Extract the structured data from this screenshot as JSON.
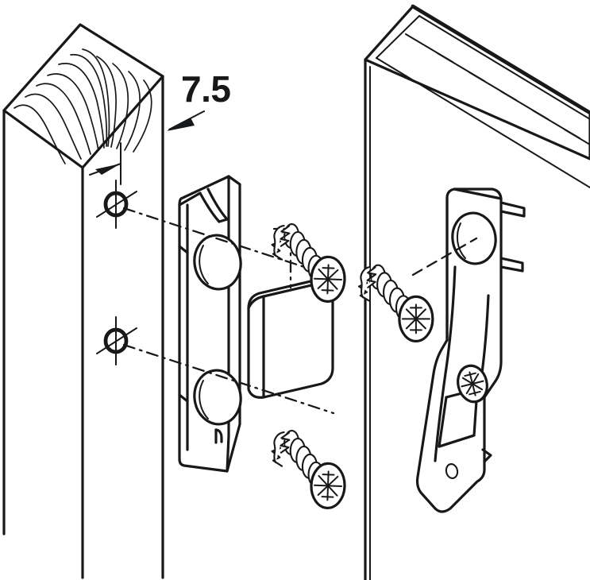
{
  "document": {
    "title": "Furniture connector mounting — exploded assembly diagram",
    "style": "isometric technical line drawing, black on white",
    "background_color": "#ffffff",
    "line_color": "#17181a"
  },
  "annotations": {
    "dimension_label": "7.5",
    "dimension_unit_implied": "mm",
    "dimension_target": "post-front-face-thickness"
  },
  "left_assembly": {
    "name": "wooden-post-with-mounting-plate",
    "parts": [
      {
        "id": "post",
        "label": "square wooden post",
        "features": [
          "end-grain top face",
          "9 curved grain lines",
          "two drilled pilot holes on front face"
        ],
        "pilot_holes": 2
      },
      {
        "id": "mounting-plate",
        "label": "metal mounting plate",
        "features": [
          "angled top hook tab",
          "two countersunk screw holes",
          "bottom retaining tab",
          "side return flange"
        ],
        "screw_holes": 2
      },
      {
        "id": "striker-block",
        "label": "rounded rectangular striker block",
        "features": [
          "rounded corners",
          "isometric extrusion"
        ]
      },
      {
        "id": "screw-upper",
        "label": "countersunk pozidriv screw",
        "head": "pozidriv-countersunk",
        "state": "loose"
      },
      {
        "id": "screw-lower",
        "label": "countersunk pozidriv screw",
        "head": "pozidriv-countersunk",
        "state": "loose"
      }
    ]
  },
  "right_assembly": {
    "name": "panel-with-connector-bracket",
    "parts": [
      {
        "id": "panel",
        "label": "board panel with honeycomb core",
        "features": [
          "slatted core cells visible on top edge",
          "6 core cells"
        ],
        "core_cells": 6
      },
      {
        "id": "connector-bracket",
        "label": "shaped connector bracket",
        "features": [
          "upper countersunk hole",
          "tapered lever body",
          "lower recess with installed screw",
          "small bottom pivot hole",
          "two side tabs"
        ],
        "screw_holes": 2
      },
      {
        "id": "screw-bracket",
        "label": "countersunk pozidriv screw",
        "head": "pozidriv-countersunk",
        "state": "loose"
      },
      {
        "id": "screw-installed",
        "label": "installed pozidriv screw in lower recess",
        "head": "pozidriv-countersunk",
        "state": "installed"
      }
    ]
  },
  "leader_lines": {
    "hole_spacing_arrow": "arrow pointing right to upper pilot hole axis",
    "thickness_arrow": "arrow pointing down-left to post front edge",
    "assembly_axes": "dash-dot centre lines from pilot holes through plate holes to screws"
  },
  "colors": {
    "stroke": "#17181a",
    "fill": "#ffffff",
    "accent": "#17181a"
  }
}
